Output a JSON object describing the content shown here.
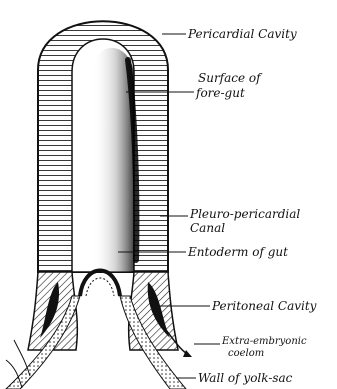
{
  "labels": {
    "pericardial_cavity": "Pericardial Cavity",
    "surface_of_fore_gut_1": "Surface of",
    "surface_of_fore_gut_2": "fore-gut",
    "pleuro_pericardial_1": "Pleuro-pericardial",
    "pleuro_pericardial_2": "Canal",
    "entoderm_of_gut": "Entoderm of gut",
    "peritoneal_cavity": "Peritoneal Cavity",
    "extra_embryonic_1": "Extra-embryonic",
    "extra_embryonic_2": "coelom",
    "wall_of_yolk_sac": "Wall of yolk-sac"
  }
}
